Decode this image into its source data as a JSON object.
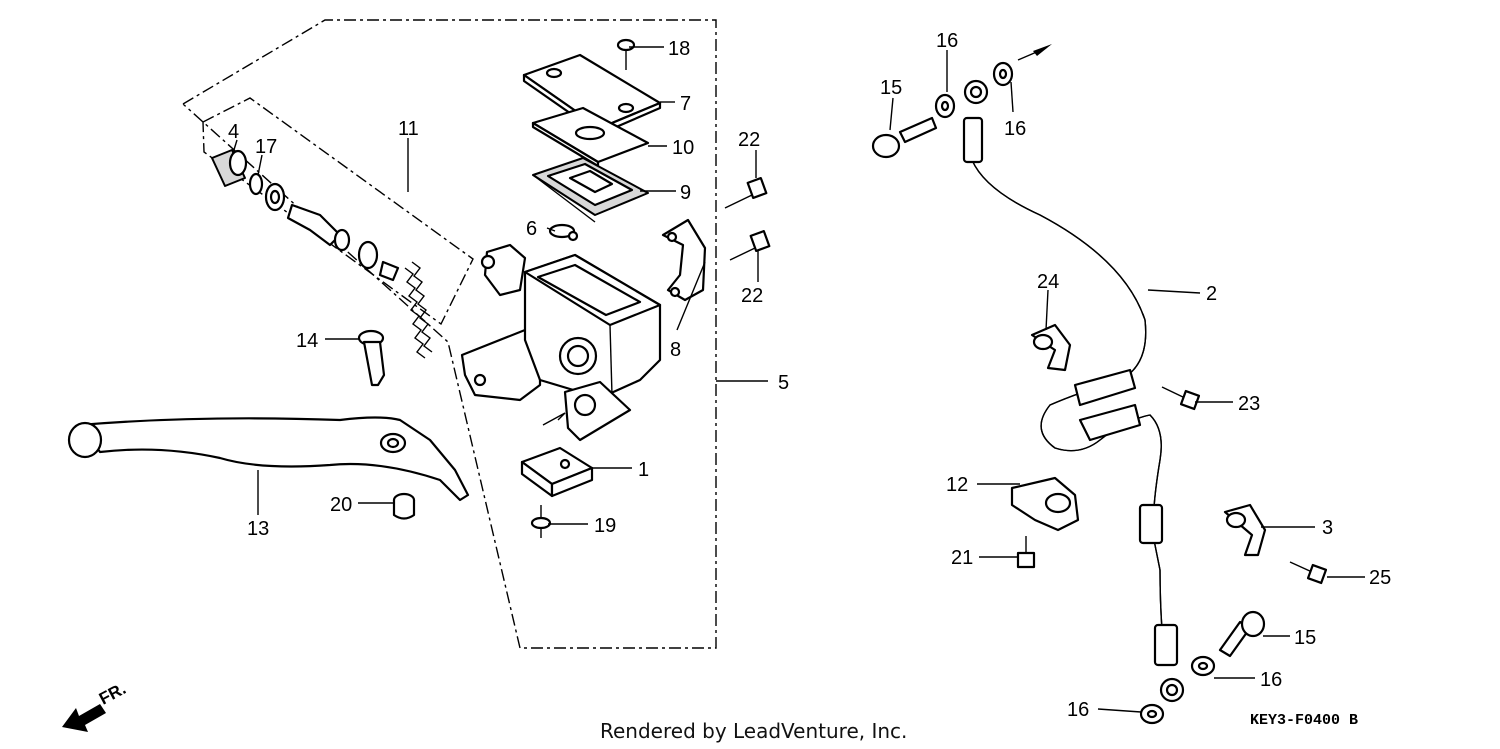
{
  "parts": {
    "p1": "1",
    "p2": "2",
    "p3": "3",
    "p4": "4",
    "p5": "5",
    "p6": "6",
    "p7": "7",
    "p8": "8",
    "p9": "9",
    "p10": "10",
    "p11": "11",
    "p12": "12",
    "p13": "13",
    "p14": "14",
    "p15": "15",
    "p16": "16",
    "p17": "17",
    "p18": "18",
    "p19": "19",
    "p20": "20",
    "p21": "21",
    "p22": "22",
    "p23": "23",
    "p24": "24",
    "p25": "25"
  },
  "direction_label": "FR.",
  "footer_text": "Rendered by LeadVenture, Inc.",
  "diagram_code": "KEY3-F0400 B"
}
